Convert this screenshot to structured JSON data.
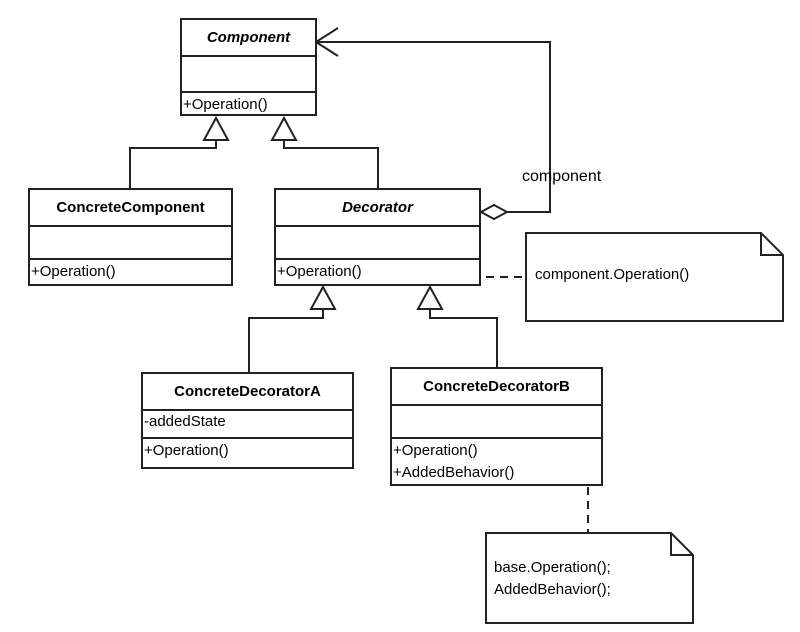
{
  "diagram": {
    "classes": {
      "component": {
        "name": "Component",
        "attributes": [],
        "operations": [
          "+Operation()"
        ]
      },
      "concrete_component": {
        "name": "ConcreteComponent",
        "attributes": [],
        "operations": [
          "+Operation()"
        ]
      },
      "decorator": {
        "name": "Decorator",
        "attributes": [],
        "operations": [
          "+Operation()"
        ]
      },
      "concrete_decorator_a": {
        "name": "ConcreteDecoratorA",
        "attributes": [
          "-addedState"
        ],
        "operations": [
          "+Operation()"
        ]
      },
      "concrete_decorator_b": {
        "name": "ConcreteDecoratorB",
        "attributes": [],
        "operations": [
          "+Operation()",
          "+AddedBehavior()"
        ]
      }
    },
    "association_label": "component",
    "notes": {
      "decorator_note": [
        "component.Operation()"
      ],
      "decorator_b_note": [
        "base.Operation();",
        "AddedBehavior();"
      ]
    }
  }
}
